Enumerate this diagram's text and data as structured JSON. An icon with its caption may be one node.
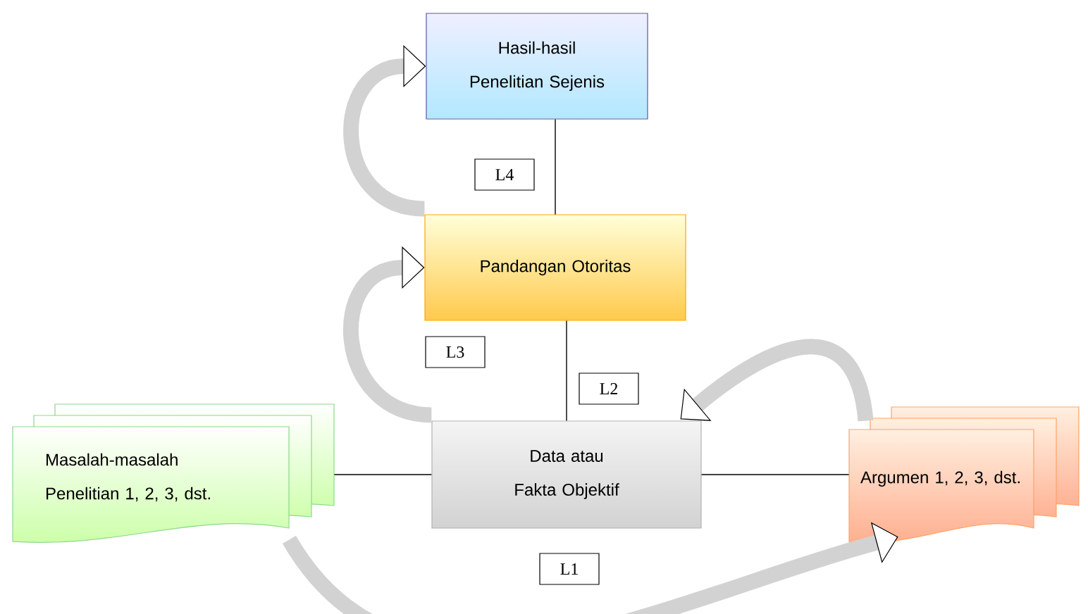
{
  "diagram": {
    "nodes": [
      {
        "text": [
          "Hasil-hasil Penelitian Sejenis"
        ]
      },
      {
        "text": [
          "Pandangan Otoritas"
        ]
      },
      {
        "text": [
          "Data atau Fakta Objektif"
        ]
      },
      {
        "text": [
          "Masalah-masalah Penelitian 1, 2, 3, dst."
        ]
      },
      {
        "text": [
          "Argumen 1, 2, 3, dst."
        ]
      }
    ],
    "edges": [
      {
        "from": 1,
        "to": 0,
        "arrow": "none",
        "label": "L4"
      },
      {
        "from": 2,
        "to": 1,
        "arrow": "none"
      },
      {
        "from": 3,
        "to": 2,
        "arrow": "none"
      },
      {
        "from": 2,
        "to": 4,
        "arrow": "none"
      },
      {
        "from": 1,
        "to": 0,
        "arrow": "to",
        "style": "thick",
        "color": "#d2d2d2"
      },
      {
        "from": 2,
        "to": 1,
        "arrow": "to",
        "style": "thick",
        "color": "#d2d2d2",
        "label": "L3"
      },
      {
        "from": 4,
        "to": 2,
        "arrow": "to",
        "style": "thick",
        "color": "#d2d2d2",
        "label": "L2"
      },
      {
        "from": 3,
        "to": 4,
        "arrow": "to",
        "style": "thick",
        "color": "#d2d2d2",
        "label": "L1"
      }
    ]
  }
}
